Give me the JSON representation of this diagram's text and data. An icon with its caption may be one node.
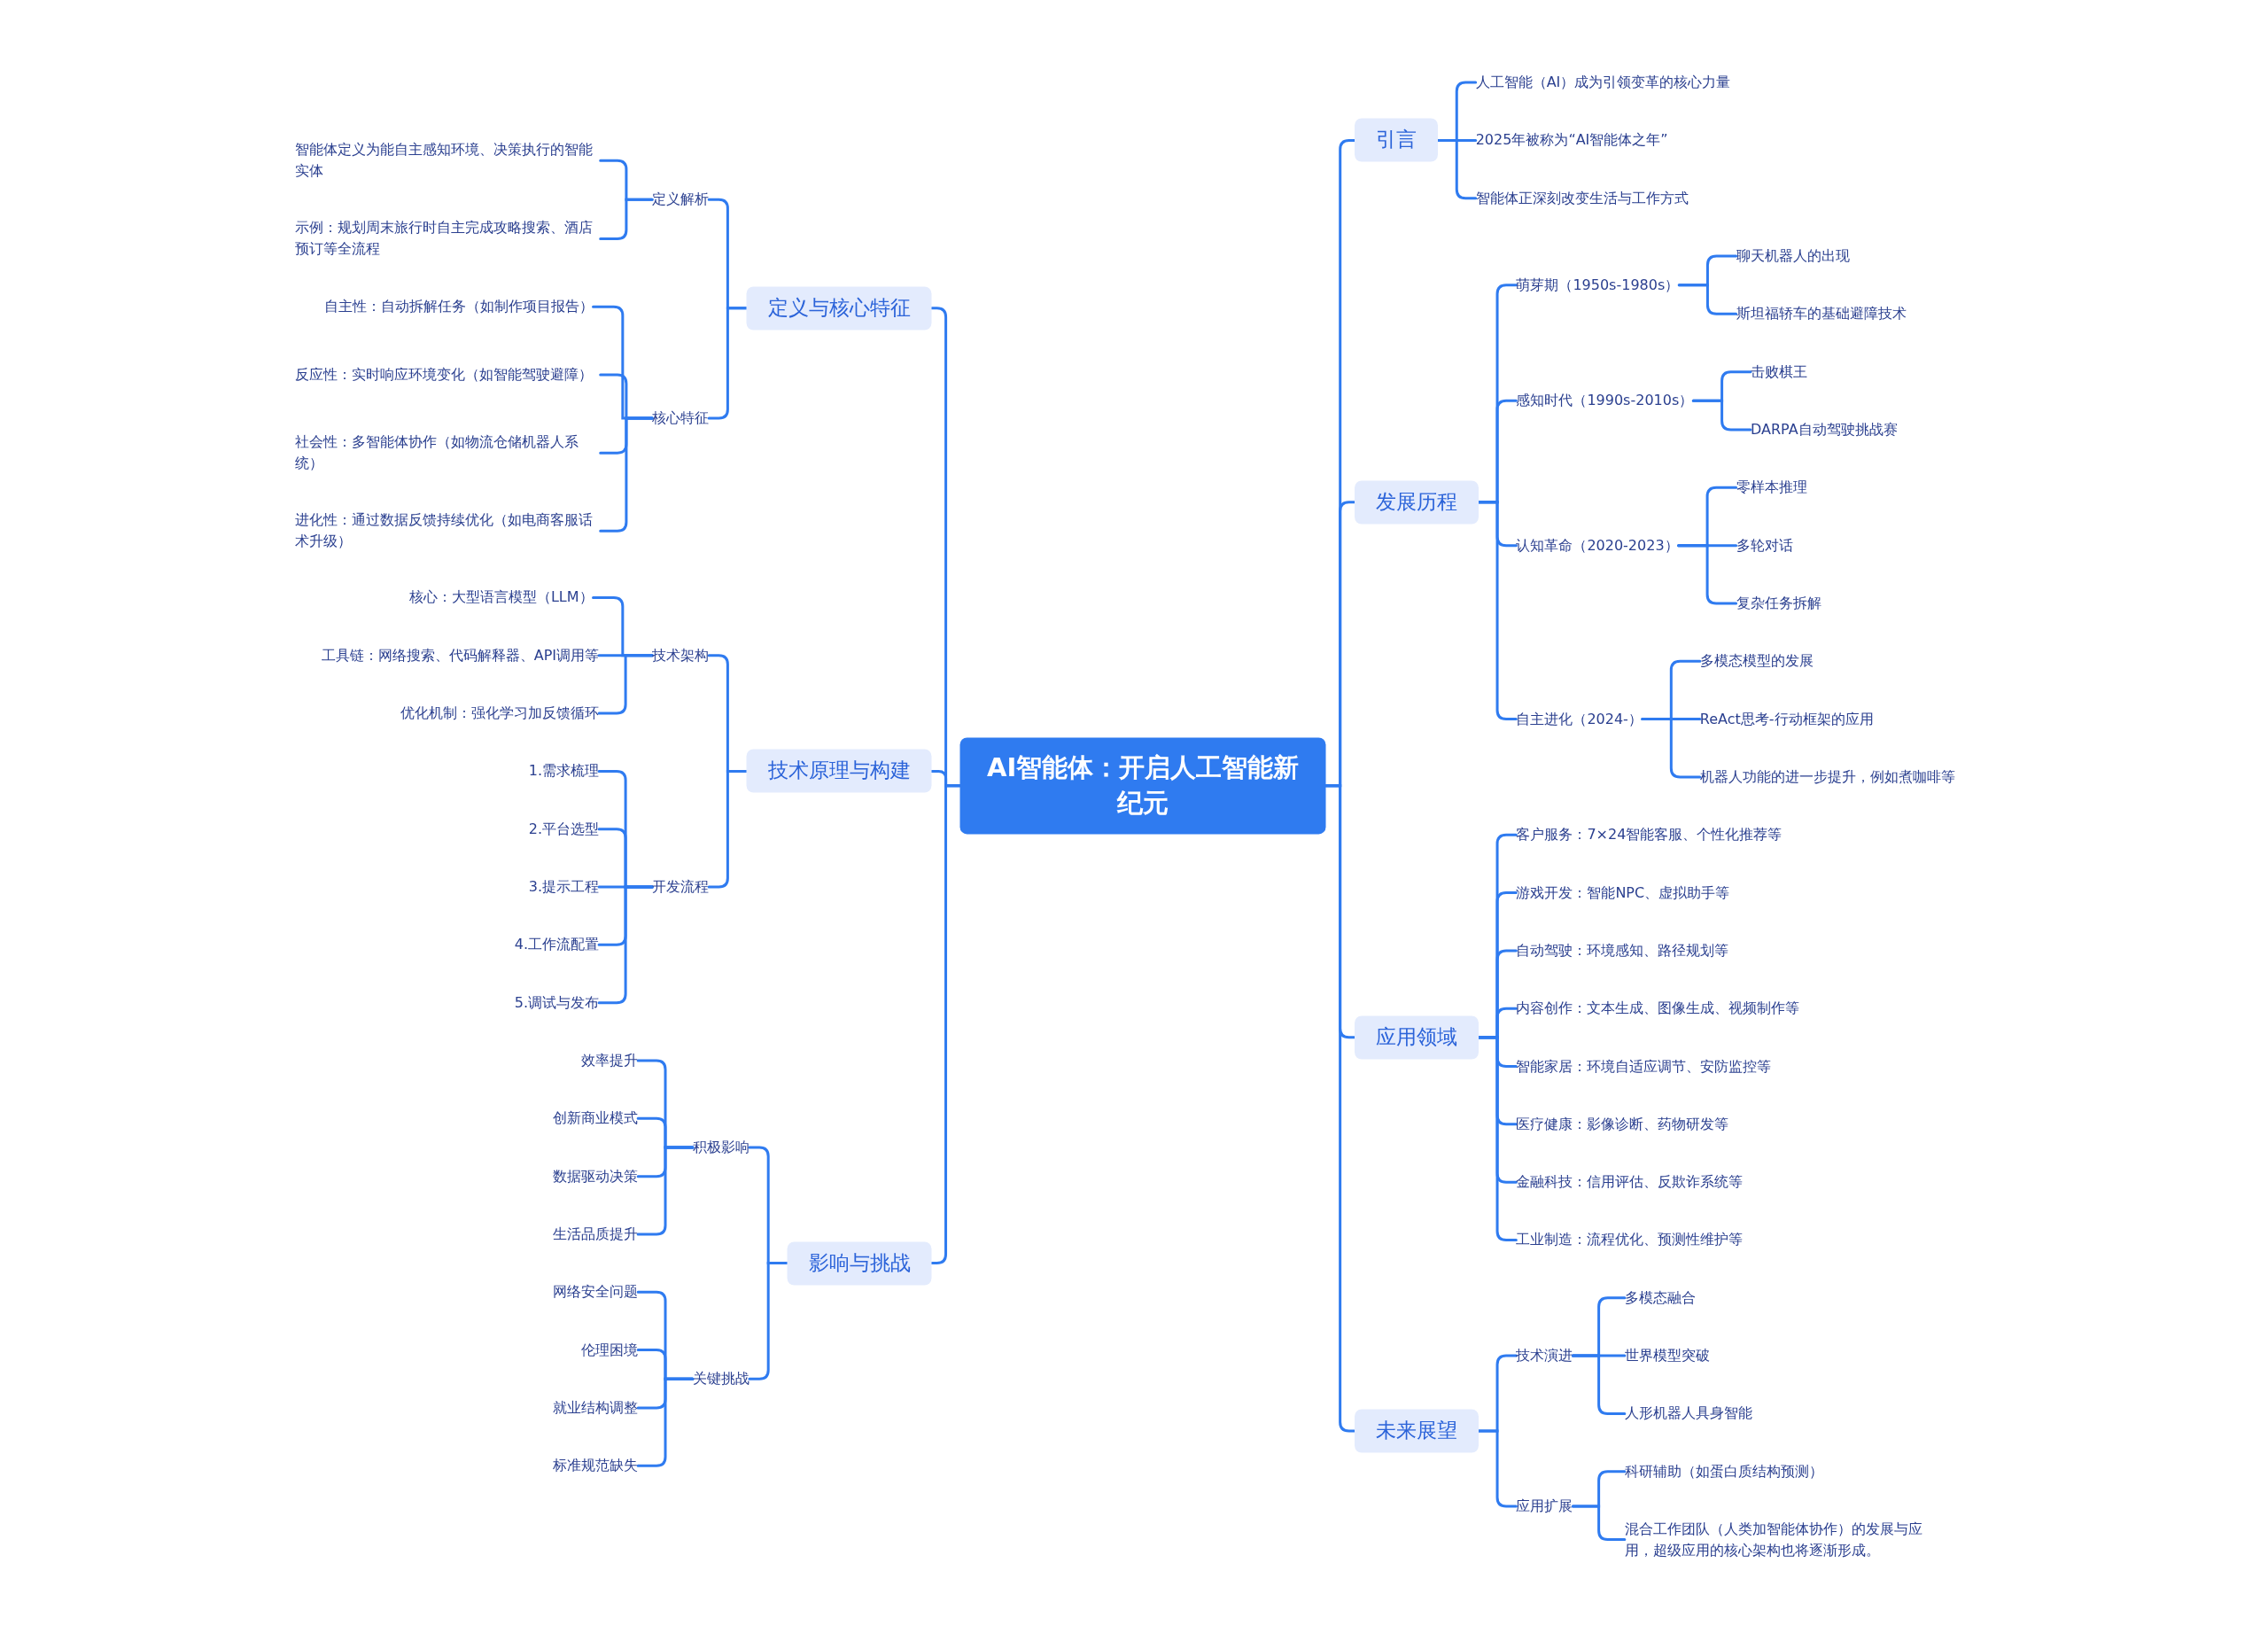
{
  "diagram": {
    "nodes": [
      {
        "text": [
          "AI智能体：开启人工智能新纪元"
        ]
      },
      {
        "text": [
          "定义与核心特征"
        ]
      },
      {
        "text": [
          "定义解析"
        ]
      },
      {
        "text": [
          "智能体定义为能自主感知环境、决策执行的智能实体"
        ]
      },
      {
        "text": [
          "示例：规划周末旅行时自主完成攻略搜索、酒店预订等全流程"
        ]
      },
      {
        "text": [
          "核心特征"
        ]
      },
      {
        "text": [
          "自主性：自动拆解任务（如制作项目报告）"
        ]
      },
      {
        "text": [
          "反应性：实时响应环境变化（如智能驾驶避障）"
        ]
      },
      {
        "text": [
          "社会性：多智能体协作（如物流仓储机器人系统）"
        ]
      },
      {
        "text": [
          "进化性：通过数据反馈持续优化（如电商客服话术升级）"
        ]
      },
      {
        "text": [
          "技术原理与构建"
        ]
      },
      {
        "text": [
          "技术架构"
        ]
      },
      {
        "text": [
          "核心：大型语言模型（LLM）"
        ]
      },
      {
        "text": [
          "工具链：网络搜索、代码解释器、API调用等"
        ]
      },
      {
        "text": [
          "优化机制：强化学习加反馈循环"
        ]
      },
      {
        "text": [
          "开发流程"
        ]
      },
      {
        "text": [
          "1.需求梳理"
        ]
      },
      {
        "text": [
          "2.平台选型"
        ]
      },
      {
        "text": [
          "3.提示工程"
        ]
      },
      {
        "text": [
          "4.工作流配置"
        ]
      },
      {
        "text": [
          "5.调试与发布"
        ]
      },
      {
        "text": [
          "影响与挑战"
        ]
      },
      {
        "text": [
          "积极影响"
        ]
      },
      {
        "text": [
          "效率提升"
        ]
      },
      {
        "text": [
          "创新商业模式"
        ]
      },
      {
        "text": [
          "数据驱动决策"
        ]
      },
      {
        "text": [
          "生活品质提升"
        ]
      },
      {
        "text": [
          "关键挑战"
        ]
      },
      {
        "text": [
          "网络安全问题"
        ]
      },
      {
        "text": [
          "伦理困境"
        ]
      },
      {
        "text": [
          "就业结构调整"
        ]
      },
      {
        "text": [
          "标准规范缺失"
        ]
      },
      {
        "text": [
          "引言"
        ]
      },
      {
        "text": [
          "人工智能（AI）成为引领变革的核心力量"
        ]
      },
      {
        "text": [
          "2025年被称为“AI智能体之年”"
        ]
      },
      {
        "text": [
          "智能体正深刻改变生活与工作方式"
        ]
      },
      {
        "text": [
          "发展历程"
        ]
      },
      {
        "text": [
          "萌芽期（1950s-1980s）"
        ]
      },
      {
        "text": [
          "聊天机器人的出现"
        ]
      },
      {
        "text": [
          "斯坦福轿车的基础避障技术"
        ]
      },
      {
        "text": [
          "感知时代（1990s-2010s）"
        ]
      },
      {
        "text": [
          "击败棋王"
        ]
      },
      {
        "text": [
          "DARPA自动驾驶挑战赛"
        ]
      },
      {
        "text": [
          "认知革命（2020-2023）"
        ]
      },
      {
        "text": [
          "零样本推理"
        ]
      },
      {
        "text": [
          "多轮对话"
        ]
      },
      {
        "text": [
          "复杂任务拆解"
        ]
      },
      {
        "text": [
          "自主进化（2024-）"
        ]
      },
      {
        "text": [
          "多模态模型的发展"
        ]
      },
      {
        "text": [
          "ReAct思考-行动框架的应用"
        ]
      },
      {
        "text": [
          "机器人功能的进一步提升，例如煮咖啡等"
        ]
      },
      {
        "text": [
          "应用领域"
        ]
      },
      {
        "text": [
          "客户服务：7×24智能客服、个性化推荐等"
        ]
      },
      {
        "text": [
          "游戏开发：智能NPC、虚拟助手等"
        ]
      },
      {
        "text": [
          "自动驾驶：环境感知、路径规划等"
        ]
      },
      {
        "text": [
          "内容创作：文本生成、图像生成、视频制作等"
        ]
      },
      {
        "text": [
          "智能家居：环境自适应调节、安防监控等"
        ]
      },
      {
        "text": [
          "医疗健康：影像诊断、药物研发等"
        ]
      },
      {
        "text": [
          "金融科技：信用评估、反欺诈系统等"
        ]
      },
      {
        "text": [
          "工业制造：流程优化、预测性维护等"
        ]
      },
      {
        "text": [
          "未来展望"
        ]
      },
      {
        "text": [
          "技术演进"
        ]
      },
      {
        "text": [
          "多模态融合"
        ]
      },
      {
        "text": [
          "世界模型突破"
        ]
      },
      {
        "text": [
          "人形机器人具身智能"
        ]
      },
      {
        "text": [
          "应用扩展"
        ]
      },
      {
        "text": [
          "科研辅助（如蛋白质结构预测）"
        ]
      },
      {
        "text": [
          "混合工作团队（人类加智能体协作）的发展与应用，超级应用的核心架构也将逐渐形成。"
        ]
      }
    ],
    "edges": [
      {
        "from": 0,
        "to": 1,
        "arrow": "none"
      },
      {
        "from": 1,
        "to": 2,
        "arrow": "none"
      },
      {
        "from": 2,
        "to": 3,
        "arrow": "none"
      },
      {
        "from": 2,
        "to": 4,
        "arrow": "none"
      },
      {
        "from": 1,
        "to": 5,
        "arrow": "none"
      },
      {
        "from": 5,
        "to": 6,
        "arrow": "none"
      },
      {
        "from": 5,
        "to": 7,
        "arrow": "none"
      },
      {
        "from": 5,
        "to": 8,
        "arrow": "none"
      },
      {
        "from": 5,
        "to": 9,
        "arrow": "none"
      },
      {
        "from": 0,
        "to": 10,
        "arrow": "none"
      },
      {
        "from": 10,
        "to": 11,
        "arrow": "none"
      },
      {
        "from": 11,
        "to": 12,
        "arrow": "none"
      },
      {
        "from": 11,
        "to": 13,
        "arrow": "none"
      },
      {
        "from": 11,
        "to": 14,
        "arrow": "none"
      },
      {
        "from": 10,
        "to": 15,
        "arrow": "none"
      },
      {
        "from": 15,
        "to": 16,
        "arrow": "none"
      },
      {
        "from": 15,
        "to": 17,
        "arrow": "none"
      },
      {
        "from": 15,
        "to": 18,
        "arrow": "none"
      },
      {
        "from": 15,
        "to": 19,
        "arrow": "none"
      },
      {
        "from": 15,
        "to": 20,
        "arrow": "none"
      },
      {
        "from": 0,
        "to": 21,
        "arrow": "none"
      },
      {
        "from": 21,
        "to": 22,
        "arrow": "none"
      },
      {
        "from": 22,
        "to": 23,
        "arrow": "none"
      },
      {
        "from": 22,
        "to": 24,
        "arrow": "none"
      },
      {
        "from": 22,
        "to": 25,
        "arrow": "none"
      },
      {
        "from": 22,
        "to": 26,
        "arrow": "none"
      },
      {
        "from": 21,
        "to": 27,
        "arrow": "none"
      },
      {
        "from": 27,
        "to": 28,
        "arrow": "none"
      },
      {
        "from": 27,
        "to": 29,
        "arrow": "none"
      },
      {
        "from": 27,
        "to": 30,
        "arrow": "none"
      },
      {
        "from": 27,
        "to": 31,
        "arrow": "none"
      },
      {
        "from": 0,
        "to": 32,
        "arrow": "none"
      },
      {
        "from": 32,
        "to": 33,
        "arrow": "none"
      },
      {
        "from": 32,
        "to": 34,
        "arrow": "none"
      },
      {
        "from": 32,
        "to": 35,
        "arrow": "none"
      },
      {
        "from": 0,
        "to": 36,
        "arrow": "none"
      },
      {
        "from": 36,
        "to": 37,
        "arrow": "none"
      },
      {
        "from": 37,
        "to": 38,
        "arrow": "none"
      },
      {
        "from": 37,
        "to": 39,
        "arrow": "none"
      },
      {
        "from": 36,
        "to": 40,
        "arrow": "none"
      },
      {
        "from": 40,
        "to": 41,
        "arrow": "none"
      },
      {
        "from": 40,
        "to": 42,
        "arrow": "none"
      },
      {
        "from": 36,
        "to": 43,
        "arrow": "none"
      },
      {
        "from": 43,
        "to": 44,
        "arrow": "none"
      },
      {
        "from": 43,
        "to": 45,
        "arrow": "none"
      },
      {
        "from": 43,
        "to": 46,
        "arrow": "none"
      },
      {
        "from": 36,
        "to": 47,
        "arrow": "none"
      },
      {
        "from": 47,
        "to": 48,
        "arrow": "none"
      },
      {
        "from": 47,
        "to": 49,
        "arrow": "none"
      },
      {
        "from": 47,
        "to": 50,
        "arrow": "none"
      },
      {
        "from": 0,
        "to": 51,
        "arrow": "none"
      },
      {
        "from": 51,
        "to": 52,
        "arrow": "none"
      },
      {
        "from": 51,
        "to": 53,
        "arrow": "none"
      },
      {
        "from": 51,
        "to": 54,
        "arrow": "none"
      },
      {
        "from": 51,
        "to": 55,
        "arrow": "none"
      },
      {
        "from": 51,
        "to": 56,
        "arrow": "none"
      },
      {
        "from": 51,
        "to": 57,
        "arrow": "none"
      },
      {
        "from": 51,
        "to": 58,
        "arrow": "none"
      },
      {
        "from": 51,
        "to": 59,
        "arrow": "none"
      },
      {
        "from": 0,
        "to": 60,
        "arrow": "none"
      },
      {
        "from": 60,
        "to": 61,
        "arrow": "none"
      },
      {
        "from": 61,
        "to": 62,
        "arrow": "none"
      },
      {
        "from": 61,
        "to": 63,
        "arrow": "none"
      },
      {
        "from": 61,
        "to": 64,
        "arrow": "none"
      },
      {
        "from": 60,
        "to": 65,
        "arrow": "none"
      },
      {
        "from": 65,
        "to": 66,
        "arrow": "none"
      },
      {
        "from": 65,
        "to": 67,
        "arrow": "none"
      }
    ]
  }
}
